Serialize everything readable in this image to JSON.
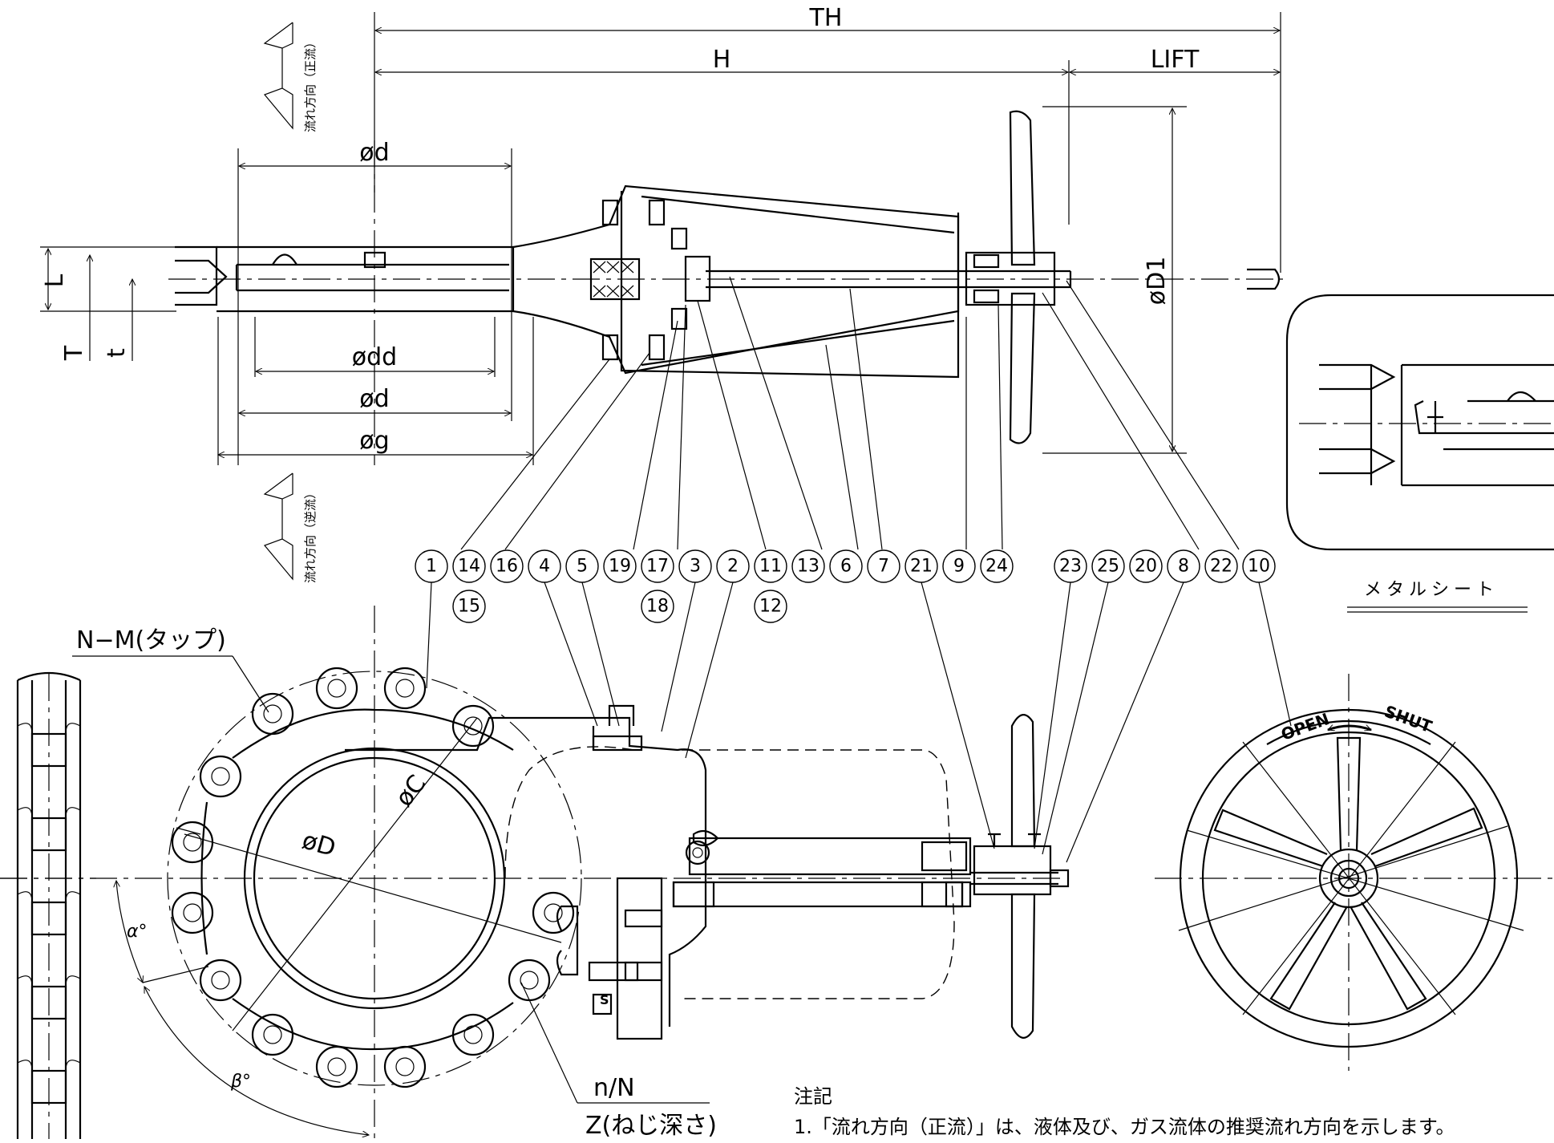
{
  "dimensions": {
    "TH": "TH",
    "H": "H",
    "LIFT": "LIFT",
    "D1": "øD1",
    "d_top": "ød",
    "dd": "ødd",
    "d_bottom": "ød",
    "g": "øg",
    "L": "L",
    "T": "T",
    "t": "t",
    "C": "øC",
    "D": "øD",
    "alpha": "α°",
    "beta": "β°"
  },
  "flow_labels": {
    "forward": "流れ方向（正流）",
    "reverse": "流れ方向（逆流）"
  },
  "tap_label": "N−M(タップ)",
  "thread_label": {
    "top": "n/N",
    "bottom": "Z(ねじ深さ)"
  },
  "seat_label": "メタルシート",
  "handwheel": {
    "open": "OPEN",
    "shut": "SHUT"
  },
  "part_numbers_row1": [
    "1",
    "14",
    "16",
    "4",
    "5",
    "19",
    "17",
    "3",
    "2",
    "11",
    "13",
    "6",
    "7",
    "21",
    "9",
    "24",
    "23",
    "25",
    "20",
    "8",
    "22",
    "10"
  ],
  "part_numbers_row2": [
    "15",
    "18",
    "12"
  ],
  "notes": {
    "heading": "注記",
    "line1": "1.「流れ方向（正流）」は、液体及び、ガス流体の推奨流れ方向を示します。"
  }
}
